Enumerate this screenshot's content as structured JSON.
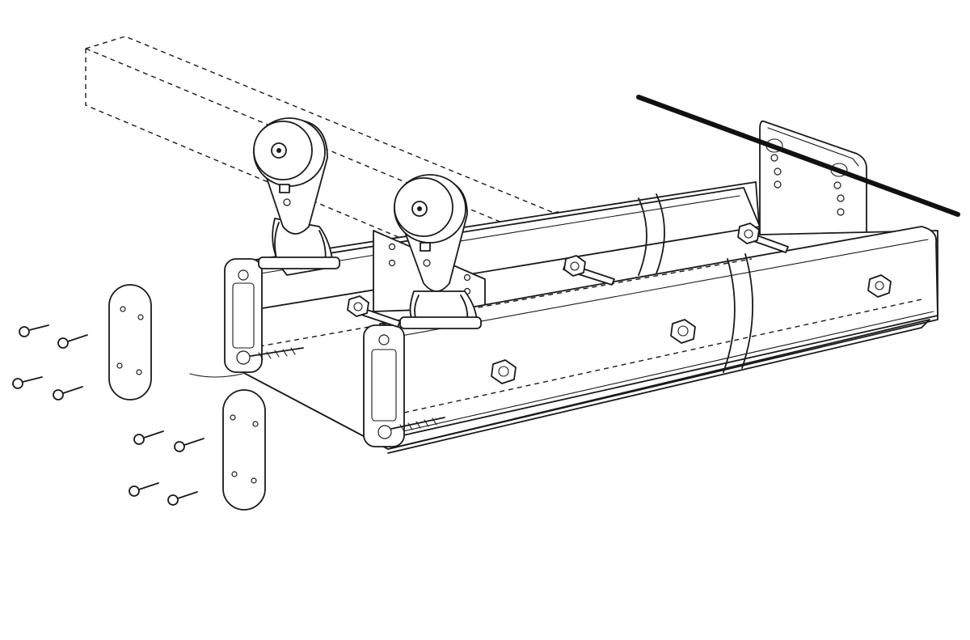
{
  "figure": {
    "subject": "assembly-diagram",
    "components": [
      {
        "name": "cable",
        "icon": "cable-icon"
      },
      {
        "name": "overhead-track",
        "icon": "dashed-track-icon"
      },
      {
        "name": "mounting-plate",
        "icon": "plate-icon"
      },
      {
        "name": "pulley-trolley",
        "icon": "pulley-icon",
        "count": 2
      },
      {
        "name": "support-rail",
        "icon": "rail-icon",
        "count": 2
      },
      {
        "name": "hex-bolt",
        "icon": "bolt-icon"
      },
      {
        "name": "strap",
        "icon": "strap-icon"
      },
      {
        "name": "end-cap",
        "icon": "end-cap-icon",
        "count": 2
      },
      {
        "name": "screw",
        "icon": "screw-icon",
        "count": 8
      },
      {
        "name": "wire",
        "icon": "wire-icon"
      }
    ],
    "colors": {
      "line": "#1a1a1a",
      "background": "#ffffff"
    }
  }
}
